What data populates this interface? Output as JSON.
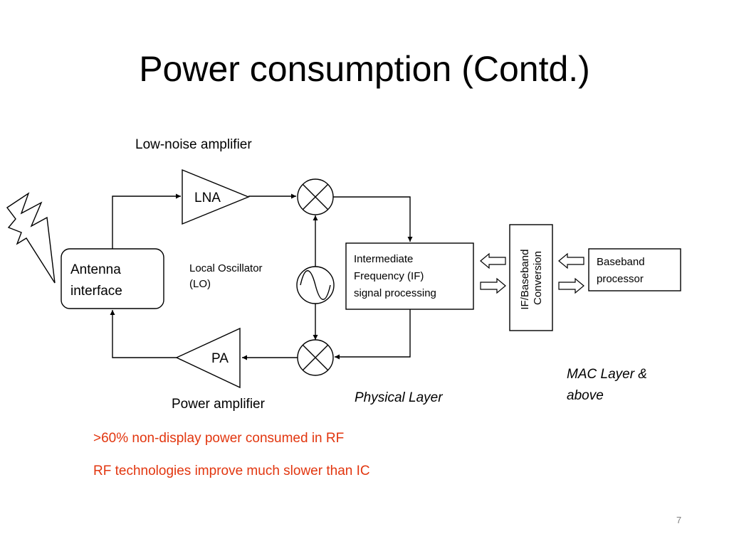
{
  "title": "Power consumption (Contd.)",
  "diagram": {
    "low_noise_amplifier_label": "Low-noise amplifier",
    "power_amplifier_label": "Power amplifier",
    "lna": "LNA",
    "pa": "PA",
    "antenna_interface": [
      "Antenna",
      "interface"
    ],
    "local_oscillator": [
      "Local Oscillator",
      "(LO)"
    ],
    "if_processing": [
      "Intermediate",
      "Frequency (IF)",
      "signal processing"
    ],
    "if_baseband_conversion": [
      "IF/Baseband",
      "Conversion"
    ],
    "baseband_processor": [
      "Baseband",
      "processor"
    ],
    "physical_layer": "Physical Layer",
    "mac_layer": [
      "MAC Layer &",
      "above"
    ]
  },
  "notes": [
    ">60% non-display power consumed in RF",
    "RF technologies improve much slower than IC"
  ],
  "colors": {
    "note": "#e2360f",
    "slide_number": "#7f7f7f"
  },
  "slide_number": "7"
}
